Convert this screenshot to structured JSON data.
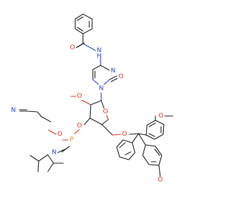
{
  "structure": {
    "atom_colors": {
      "C": "#1a1a1a",
      "N": "#1f3bd6",
      "O": "#e02a1a",
      "P": "#e08a00"
    },
    "atoms": [
      {
        "id": "o-benzoyl",
        "element": "O",
        "text": "O"
      },
      {
        "id": "nh-amide",
        "element": "N",
        "text": "N"
      },
      {
        "id": "h-amide",
        "element": "H",
        "text": "H"
      },
      {
        "id": "n-ring-3",
        "element": "N",
        "text": "N"
      },
      {
        "id": "o-carbonyl",
        "element": "O",
        "text": "O"
      },
      {
        "id": "n-ring-1",
        "element": "N",
        "text": "N"
      },
      {
        "id": "n-nitrile",
        "element": "N",
        "text": "N"
      },
      {
        "id": "o-methoxy-2",
        "element": "O",
        "text": "O"
      },
      {
        "id": "o-ring",
        "element": "O",
        "text": "O"
      },
      {
        "id": "o-dmt-ether",
        "element": "O",
        "text": "O"
      },
      {
        "id": "o-methoxy-top",
        "element": "O",
        "text": "O"
      },
      {
        "id": "o-phosphite-1",
        "element": "O",
        "text": "O"
      },
      {
        "id": "p-phosphorus",
        "element": "P",
        "text": "P"
      },
      {
        "id": "o-phosphite-2",
        "element": "O",
        "text": "O"
      },
      {
        "id": "n-amine",
        "element": "N",
        "text": "N"
      },
      {
        "id": "o-methoxy-bottom",
        "element": "O",
        "text": "O"
      }
    ]
  }
}
